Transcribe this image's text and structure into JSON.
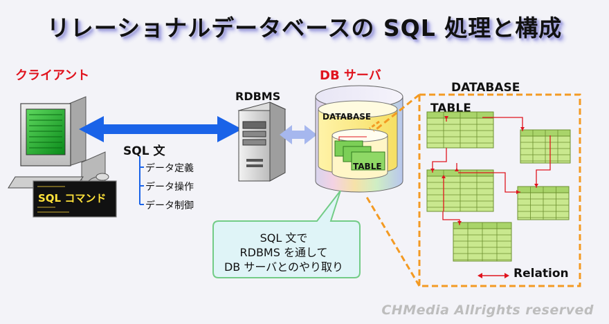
{
  "title": "リレーショナルデータベースの SQL 処理と構成",
  "client_label": "クライアント",
  "server_label": "DB サーバ",
  "rdbms_label": "RDBMS",
  "sql_label": "SQL 文",
  "sql_items": [
    "データ定義",
    "データ操作",
    "データ制御"
  ],
  "sql_command_label": "SQL コマンド",
  "cylinder_database_label": "DATABASE",
  "cylinder_table_label": "TABLE",
  "callout_lines": [
    "SQL 文で",
    "RDBMS を通して",
    "DB サーバとのやり取り"
  ],
  "database_label": "DATABASE",
  "table_label": "TABLE",
  "relation_label": "Relation",
  "footer": "CHMedia Allrights reserved",
  "colors": {
    "accent_red": "#e0141e",
    "arrow_blue": "#1a63e8",
    "dashed_orange": "#f39a22",
    "table_green": "#c9e88e",
    "callout_fill": "#dff4f7",
    "callout_border": "#72cc86"
  }
}
